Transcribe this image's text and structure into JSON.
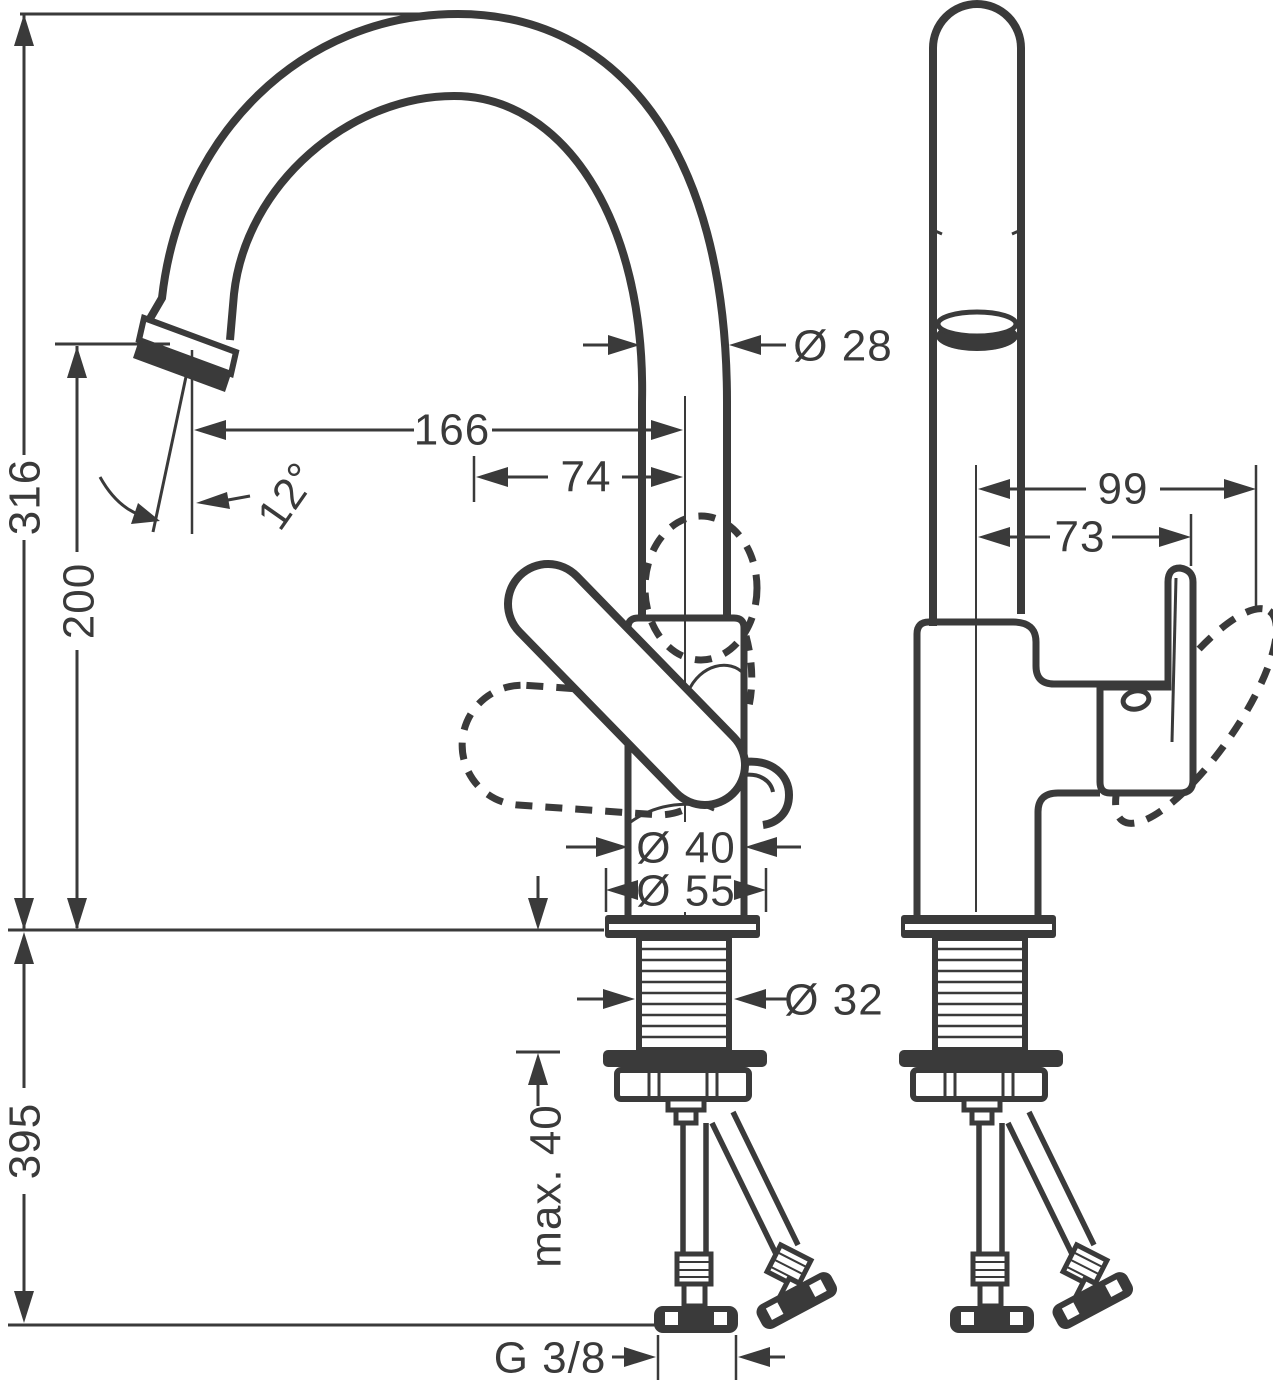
{
  "drawing": {
    "type": "technical-dimension-drawing",
    "subject": "single-lever high-arc faucet, front and side elevation with installation dimensions (mm)",
    "colors": {
      "line": "#3a3a3a",
      "background": "#ffffff"
    },
    "dimensions": {
      "height_total": "316",
      "spout_height": "200",
      "below_counter": "395",
      "spout_reach": "166",
      "outlet_offset": "74",
      "swivel_angle": "12°",
      "spout_pipe_diameter": "Ø 28",
      "handle_reach": "99",
      "handle_offset": "73",
      "body_diameter": "Ø 40",
      "base_diameter": "Ø 55",
      "shaft_diameter": "Ø 32",
      "max_counter_thickness": "max. 40",
      "hose_connection": "G 3/8"
    }
  }
}
